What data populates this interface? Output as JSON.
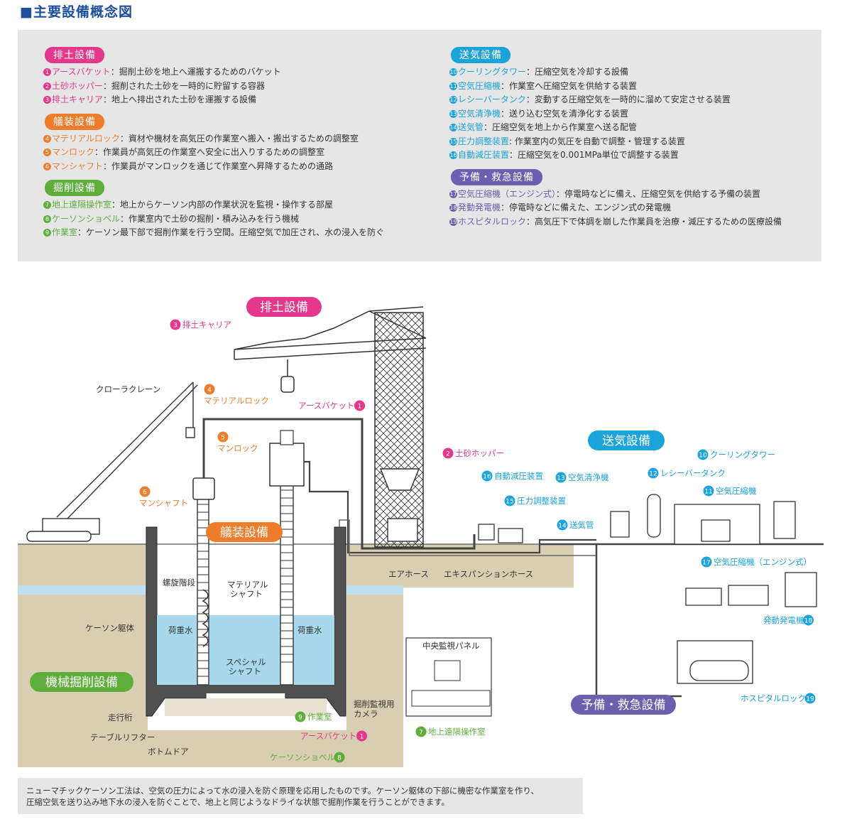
{
  "title": "■主要設備概念図",
  "colors": {
    "pink": "#e3388c",
    "orange": "#ee7d2b",
    "green": "#5fae3c",
    "cyan": "#1ca3d9",
    "purple": "#6b5fae"
  },
  "legend": {
    "left": [
      {
        "header": "排土設備",
        "color": "pink",
        "items": [
          {
            "num": "1",
            "name": "アースバケット",
            "desc": "：掘削土砂を地上へ運搬するためのバケット"
          },
          {
            "num": "2",
            "name": "土砂ホッパー",
            "desc": "：掘削された土砂を一時的に貯留する容器"
          },
          {
            "num": "3",
            "name": "排土キャリア",
            "desc": "：地上へ排出された土砂を運搬する設備"
          }
        ]
      },
      {
        "header": "艤装設備",
        "color": "orange",
        "items": [
          {
            "num": "4",
            "name": "マテリアルロック",
            "desc": "：資材や機材を高気圧の作業室へ搬入・搬出するための調整室"
          },
          {
            "num": "5",
            "name": "マンロック",
            "desc": "：作業員が高気圧の作業室へ安全に出入りするための調整室"
          },
          {
            "num": "6",
            "name": "マンシャフト",
            "desc": "：作業員がマンロックを通じて作業室へ昇降するための通路"
          }
        ]
      },
      {
        "header": "掘削設備",
        "color": "green",
        "items": [
          {
            "num": "7",
            "name": "地上遠隔操作室",
            "desc": "：地上からケーソン内部の作業状況を監視・操作する部屋"
          },
          {
            "num": "8",
            "name": "ケーソンショベル",
            "desc": "：作業室内で土砂の掘削・積み込みを行う機械"
          },
          {
            "num": "9",
            "name": "作業室",
            "desc": "：ケーソン最下部で掘削作業を行う空間。圧縮空気で加圧され、水の浸入を防ぐ"
          }
        ]
      }
    ],
    "right": [
      {
        "header": "送気設備",
        "color": "cyan",
        "items": [
          {
            "num": "10",
            "name": "クーリングタワー",
            "desc": "：圧縮空気を冷却する設備"
          },
          {
            "num": "11",
            "name": "空気圧縮機",
            "desc": "：作業室へ圧縮空気を供給する装置"
          },
          {
            "num": "12",
            "name": "レシーバータンク",
            "desc": "：変動する圧縮空気を一時的に溜めて安定させる装置"
          },
          {
            "num": "13",
            "name": "空気清浄機",
            "desc": "：送り込む空気を清浄化する装置"
          },
          {
            "num": "14",
            "name": "送気管",
            "desc": "：圧縮空気を地上から作業室へ送る配管"
          },
          {
            "num": "15",
            "name": "圧力調整装置",
            "desc": ": 作業室内の気圧を自動で調整・管理する装置"
          },
          {
            "num": "16",
            "name": "自動減圧装置",
            "desc": "：圧縮空気を0.001MPa単位で調整する装置"
          }
        ]
      },
      {
        "header": "予備・救急設備",
        "color": "purple",
        "items": [
          {
            "num": "17",
            "name": "空気圧縮機（エンジン式）",
            "desc": "：停電時などに備え、圧縮空気を供給する予備の装置"
          },
          {
            "num": "18",
            "name": "発動発電機",
            "desc": "：停電時などに備えた、エンジン式の発電機"
          },
          {
            "num": "19",
            "name": "ホスピタルロック",
            "desc": "：高気圧下で体調を崩した作業員を治療・減圧するための医療設備"
          }
        ]
      }
    ]
  },
  "diagram": {
    "section_headers": {
      "haido": "排土設備",
      "gisou": "艤装設備",
      "kikai": "機械掘削設備",
      "souki": "送気設備",
      "yobi": "予備・救急設備"
    },
    "labels": {
      "l3": "排土キャリア",
      "l4": "マテリアルロック",
      "l5": "マンロック",
      "l6": "マンシャフト",
      "l1a": "アースバケット",
      "l2": "土砂ホッパー",
      "crawler": "クローラクレーン",
      "l16": "自動減圧装置",
      "l13": "空気清浄機",
      "l12": "レシーバータンク",
      "l10": "クーリングタワー",
      "l11": "空気圧縮機",
      "l15": "圧力調整装置",
      "l14": "送気管",
      "l17": "空気圧縮機（エンジン式）",
      "l18": "発動発電機",
      "l19": "ホスピタルロック",
      "airhose": "エアホース",
      "expansion": "エキスパンションホース",
      "spiral": "螺旋階段",
      "matshaft1": "マテリアル",
      "matshaft2": "シャフト",
      "caisson": "ケーソン躯体",
      "water1": "荷重水",
      "water2": "荷重水",
      "special1": "スペシャル",
      "special2": "シャフト",
      "panel": "中央監視パネル",
      "camera1": "掘削監視用",
      "camera2": "カメラ",
      "l9": "作業室",
      "l1b": "アースバケット",
      "l7": "地上遠隔操作室",
      "l8": "ケーソンショベル",
      "rail": "走行桁",
      "table": "テーブルリフター",
      "door": "ボトムドア"
    }
  },
  "note": {
    "line1": "ニューマチックケーソン工法は、空気の圧力によって水の浸入を防ぐ原理を応用したものです。ケーソン躯体の下部に機密な作業室を作り、",
    "line2": "圧縮空気を送り込み地下水の浸入を防ぐことで、地上と同じようなドライな状態で掘削作業を行うことができます。"
  }
}
